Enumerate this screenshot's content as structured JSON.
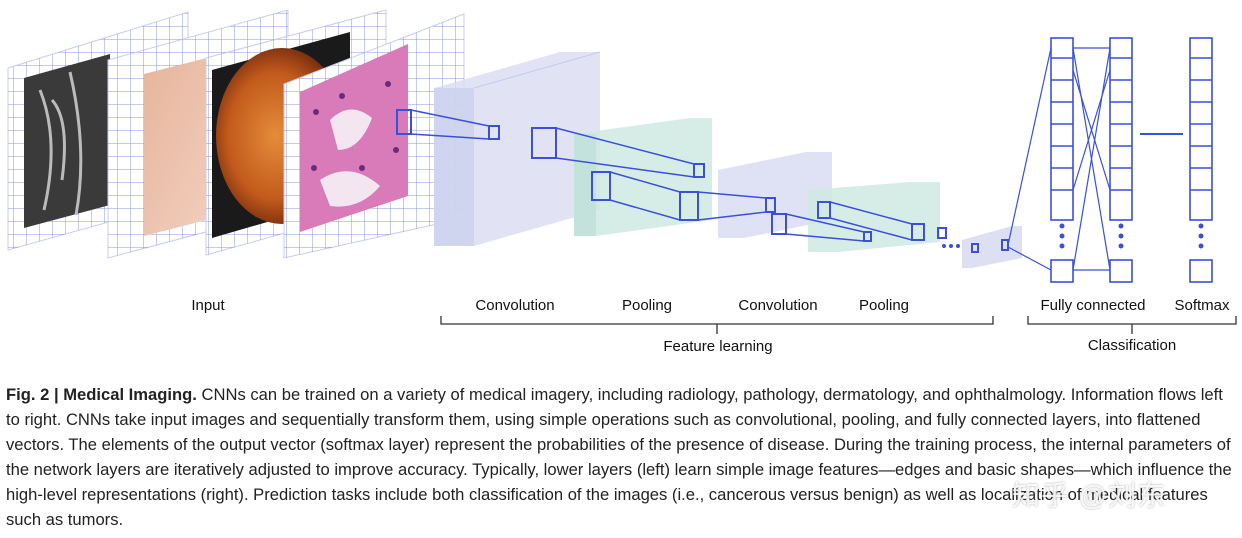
{
  "stage_labels": {
    "input": "Input",
    "convolution_1": "Convolution",
    "pooling_1": "Pooling",
    "convolution_2": "Convolution",
    "pooling_2": "Pooling",
    "fully_connected": "Fully connected",
    "softmax": "Softmax"
  },
  "group_labels": {
    "feature_learning": "Feature learning",
    "classification": "Classification"
  },
  "caption": {
    "figure_label": "Fig. 2 | Medical Imaging.",
    "text": " CNNs can be trained on a variety of medical imagery, including radiology, pathology, dermatology, and ophthalmology. Information flows left to right. CNNs take input images and sequentially transform them, using simple operations such as convolutional, pooling, and fully connected layers, into flattened vectors. The elements of the output vector (softmax layer) represent the probabilities of the presence of disease. During the training process, the internal parameters of the network layers are iteratively adjusted to improve accuracy. Typically, lower layers (left) learn simple image features—edges and basic shapes—which influence the high-level representations (right). Prediction tasks include both classification of the images (i.e., cancerous versus benign) as well as localization of medical features such as tumors."
  },
  "watermark": "知乎 @刘东",
  "colors": {
    "layer_line": "#3b4fd8",
    "conv_block": "#d9dcf2",
    "pool_block": "#cfe9e3",
    "grid": "#8a94e0"
  }
}
